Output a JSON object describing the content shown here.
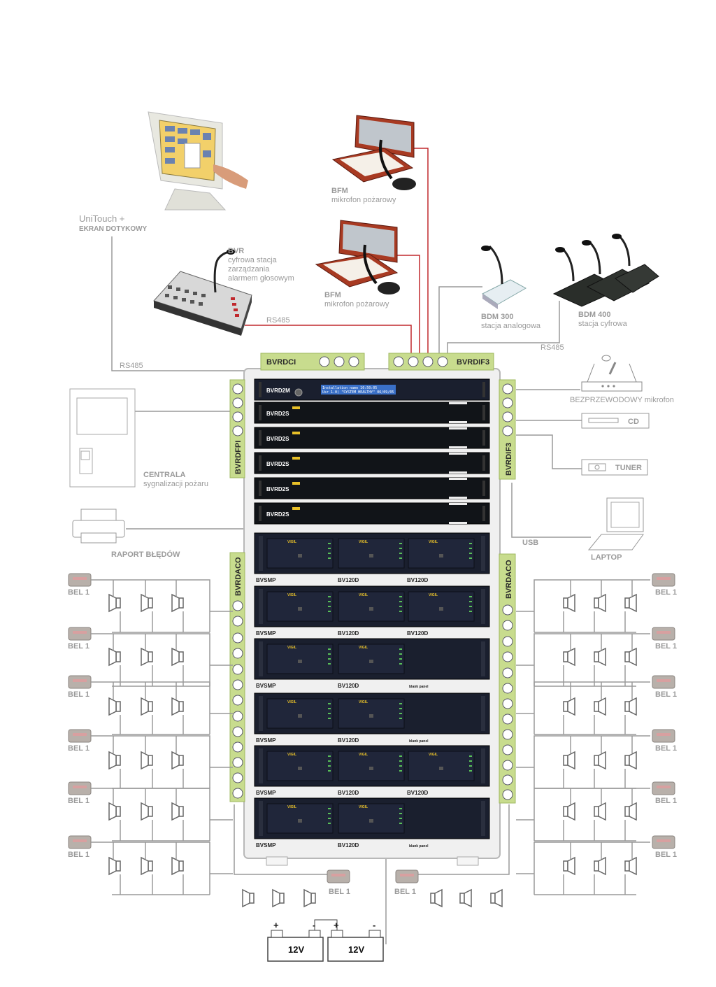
{
  "top_devices": {
    "unitouch": {
      "title": "UniTouch +",
      "subtitle": "EKRAN DOTYKOWY"
    },
    "bfm_1": {
      "title": "BFM",
      "subtitle": "mikrofon pożarowy"
    },
    "bfm_2": {
      "title": "BFM",
      "subtitle": "mikrofon pożarowy"
    },
    "bvr": {
      "title": "BVR",
      "line1": "cyfrowa stacja",
      "line2": "zarządzania",
      "line3": "alarmem głosowym"
    },
    "bdm300": {
      "title": "BDM 300",
      "subtitle": "stacja analogowa"
    },
    "bdm400": {
      "title": "BDM 400",
      "subtitle": "stacja cyfrowa"
    }
  },
  "bus_labels": {
    "rs485_bvr": "RS485",
    "rs485_unitouch": "RS485",
    "rs485_bdm": "RS485",
    "usb": "USB"
  },
  "terminal_blocks": {
    "top_left": "BVRDCI",
    "top_right": "BVRDIF3",
    "left_upper": "BVRDFPI",
    "right_upper": "BVRDIF3",
    "left_lower": "BVRDACO",
    "right_lower": "BVRDACO"
  },
  "rack": {
    "controller": {
      "label": "BVRD2M",
      "lcd_line1": "Installation name      10:50:05",
      "lcd_line2": "Usr 1.0)  \"SYSTEM HEALTHY\"  06/09/05"
    },
    "routers": [
      "BVRD2S",
      "BVRD2S",
      "BVRD2S",
      "BVRD2S",
      "BVRD2S"
    ],
    "amps": [
      {
        "a": "BVSMP",
        "b": "BV120D",
        "c": "BV120D"
      },
      {
        "a": "BVSMP",
        "b": "BV120D",
        "c": "BV120D"
      },
      {
        "a": "BVSMP",
        "b": "BV120D",
        "c": "blank panel"
      },
      {
        "a": "BVSMP",
        "b": "BV120D",
        "c": "blank panel"
      },
      {
        "a": "BVSMP",
        "b": "BV120D",
        "c": "BV120D"
      },
      {
        "a": "BVSMP",
        "b": "BV120D",
        "c": "blank panel"
      }
    ],
    "brand": "VIGIL"
  },
  "left_side": {
    "centrala": {
      "title": "CENTRALA",
      "subtitle": "sygnalizacji pożaru"
    },
    "printer": {
      "title": "RAPORT BŁĘDÓW"
    }
  },
  "right_side": {
    "wireless": "BEZPRZEWODOWY mikrofon",
    "cd": "CD",
    "tuner": "TUNER",
    "laptop": "LAPTOP"
  },
  "eol_label": "BEL 1",
  "batteries": [
    {
      "label": "12V",
      "plus": "+",
      "minus": "-"
    },
    {
      "label": "12V",
      "plus": "+",
      "minus": "-"
    }
  ],
  "colors": {
    "terminal": "#c8dc8e",
    "terminal_border": "#9fb860",
    "red_wire": "#c0282d",
    "grey_wire": "#9a9a9a",
    "rack": "#1a1f2e",
    "bfm_red": "#a83a22"
  }
}
